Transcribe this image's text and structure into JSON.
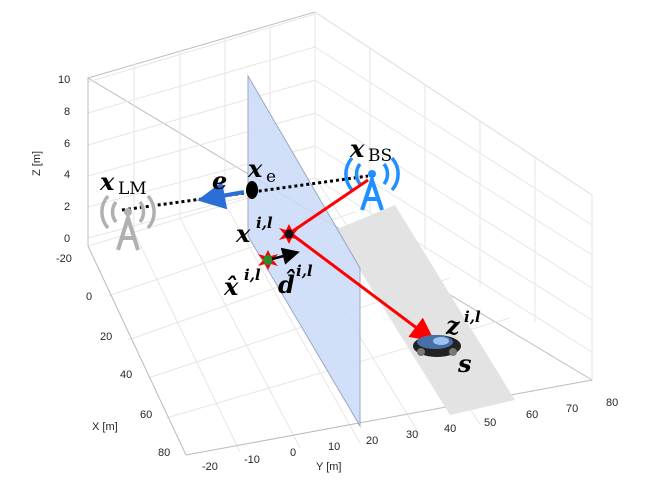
{
  "axes": {
    "x_label": "X [m]",
    "y_label": "Y [m]",
    "z_label": "Z [m]",
    "x_ticks": [
      "-20",
      "0",
      "20",
      "40",
      "60",
      "80"
    ],
    "y_ticks": [
      "-20",
      "-10",
      "0",
      "10",
      "20",
      "30",
      "40",
      "50",
      "60",
      "70",
      "80"
    ],
    "z_ticks": [
      "0",
      "2",
      "4",
      "6",
      "8",
      "10"
    ]
  },
  "labels": {
    "x_lm": {
      "main": "x",
      "sub": "LM"
    },
    "x_bs": {
      "main": "x",
      "sub": "BS"
    },
    "e": {
      "main": "e"
    },
    "x_e": {
      "main": "x",
      "sub": "e"
    },
    "x_il": {
      "main": "x",
      "sup": "i,l"
    },
    "x_hat_il": {
      "main": "x̂",
      "sup": "i,l"
    },
    "d_hat_il": {
      "main": "d̂",
      "sup": "i,l"
    },
    "z_il": {
      "main": "z",
      "sup": "i,l"
    },
    "s": {
      "main": "s"
    }
  },
  "icons": {
    "landmark": "antenna-tower-icon",
    "base_station": "antenna-tower-icon",
    "vehicle": "car-icon",
    "reflection_point": "star-burst-icon",
    "estimated_point": "star-burst-icon"
  },
  "colors": {
    "plane_fill": "#c9d9f8",
    "road_fill": "#e3e3e3",
    "path": "#ff0000",
    "base_station": "#1e8fff",
    "landmark": "#b0b0b0",
    "vector_e": "#2a6fd6"
  }
}
